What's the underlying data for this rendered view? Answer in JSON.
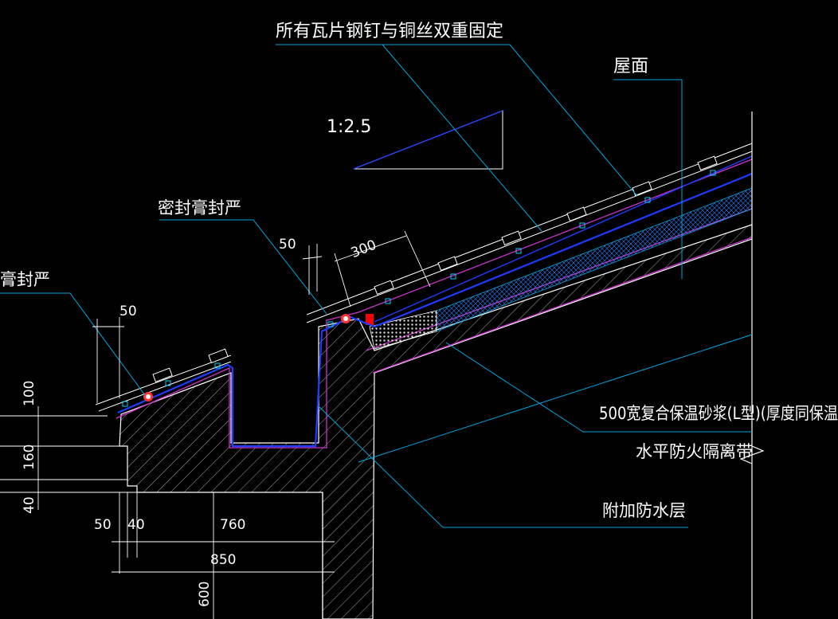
{
  "labels": {
    "fixing": "所有瓦片钢钉与铜丝双重固定",
    "roof": "屋面",
    "slope": "1:2.5",
    "seal_mid": "密封膏封严",
    "seal_left": "膏封严",
    "mortar": "500宽复合保温砂浆(L型)(厚度同保温",
    "firebreak": "水平防火隔离带",
    "waterproof": "附加防水层"
  },
  "dimensions": {
    "d50_top": "50",
    "d300": "300",
    "d50_left": "50",
    "d100": "100",
    "d160": "160",
    "d40_v": "40",
    "d50_bottom": "50",
    "d40_bottom": "40",
    "d760": "760",
    "d850": "850",
    "d600": "600"
  },
  "colors": {
    "background": "#000000",
    "leader": "#00a6e0",
    "outline": "#ffffff",
    "membrane": "#0000ff",
    "insulation": "#cc33cc",
    "accent_red": "#ff0000"
  }
}
